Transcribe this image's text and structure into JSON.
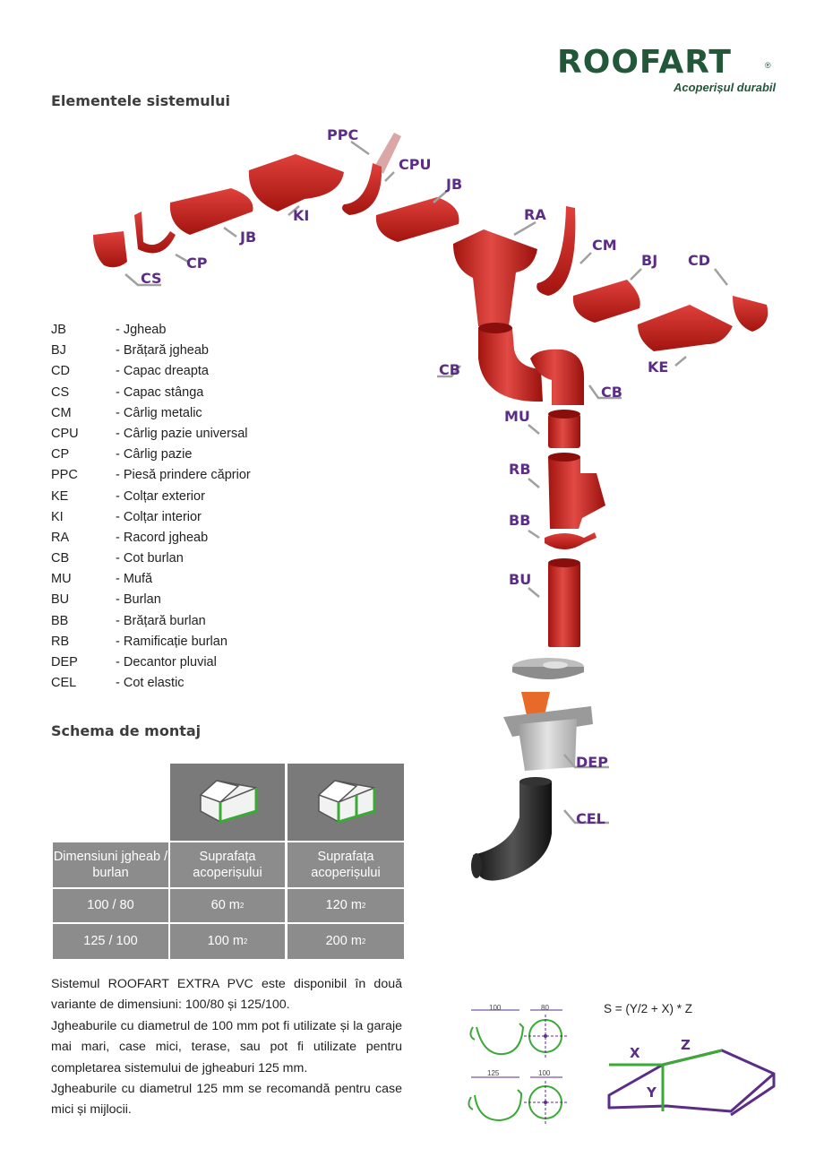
{
  "brand": {
    "name": "ROOFART",
    "reg": "®",
    "tagline": "Acoperișul durabil"
  },
  "sections": {
    "elements_title": "Elementele sistemului",
    "mounting_title": "Schema de montaj"
  },
  "legend": [
    {
      "code": "JB",
      "desc": "- Jgheab"
    },
    {
      "code": "BJ",
      "desc": "- Brățară jgheab"
    },
    {
      "code": "CD",
      "desc": "- Capac dreapta"
    },
    {
      "code": "CS",
      "desc": "- Capac stânga"
    },
    {
      "code": "CM",
      "desc": "- Cârlig metalic"
    },
    {
      "code": "CPU",
      "desc": "- Cârlig pazie universal"
    },
    {
      "code": "CP",
      "desc": "- Cârlig pazie"
    },
    {
      "code": "PPC",
      "desc": "- Piesă prindere căprior"
    },
    {
      "code": "KE",
      "desc": "- Colțar exterior"
    },
    {
      "code": "KI",
      "desc": "- Colțar interior"
    },
    {
      "code": "RA",
      "desc": "- Racord jgheab"
    },
    {
      "code": "CB",
      "desc": "- Cot burlan"
    },
    {
      "code": "MU",
      "desc": "- Mufă"
    },
    {
      "code": "BU",
      "desc": "- Burlan"
    },
    {
      "code": "BB",
      "desc": "- Brățară burlan"
    },
    {
      "code": "RB",
      "desc": "- Ramificație burlan"
    },
    {
      "code": "DEP",
      "desc": "- Decantor pluvial"
    },
    {
      "code": "CEL",
      "desc": "- Cot elastic"
    }
  ],
  "diagram_labels": {
    "ppc": "PPC",
    "cpu": "CPU",
    "jb1": "JB",
    "jb2": "JB",
    "ki": "KI",
    "cp": "CP",
    "cs": "CS",
    "ra": "RA",
    "cm": "CM",
    "bj": "BJ",
    "cd": "CD",
    "ke": "KE",
    "cb1": "CB",
    "cb2": "CB",
    "mu": "MU",
    "rb": "RB",
    "bb": "BB",
    "bu": "BU",
    "dep": "DEP",
    "cel": "CEL"
  },
  "table": {
    "col1_header": "Dimensiuni jgheab / burlan",
    "col2_header": "Suprafața acoperișului",
    "col3_header": "Suprafața acoperișului",
    "rows": [
      {
        "dim": "100 / 80",
        "a": "60 m",
        "b": "120 m"
      },
      {
        "dim": "125 / 100",
        "a": "100 m",
        "b": "200 m"
      }
    ],
    "unit_exp": "2"
  },
  "paragraph": [
    "Sistemul ROOFART EXTRA PVC este disponibil în două variante de dimensiuni: 100/80 și 125/100.",
    "Jgheaburile cu diametrul de 100 mm pot fi utilizate și la garaje mai mari, case mici, terase, sau pot fi utilizate pentru completarea sistemului de jgheaburi 125 mm.",
    "Jgheaburile cu diametrul 125 mm se recomandă pentru case mici și mijlocii."
  ],
  "dimensions": {
    "g1": "100",
    "d1": "80",
    "g2": "125",
    "d2": "100"
  },
  "formula": "S = (Y/2 + X) * Z",
  "roof_labels": {
    "x": "X",
    "y": "Y",
    "z": "Z"
  },
  "colors": {
    "brand_green": "#22573a",
    "label_purple": "#5b2d87",
    "product_red": "#c8201f",
    "accent_green": "#3aa935"
  }
}
